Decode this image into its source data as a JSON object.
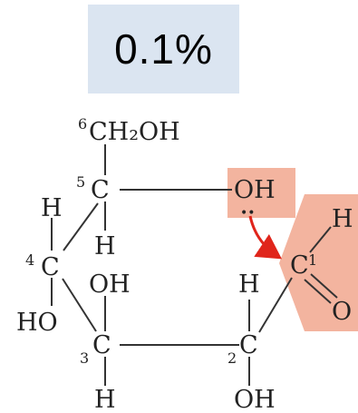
{
  "percentage_label": "0.1%",
  "molecule": {
    "c6_number": "6",
    "c6_group": "CH₂OH",
    "c5_number": "5",
    "c5_atom": "C",
    "c5_oh": "OH",
    "c5_h_left": "H",
    "c5_h_below": "H",
    "c4_number": "4",
    "c4_atom": "C",
    "c4_ho": "HO",
    "c3_number": "3",
    "c3_atom": "C",
    "c3_oh": "OH",
    "c3_h": "H",
    "c2_number": "2",
    "c2_atom": "C",
    "c2_h": "H",
    "c2_oh": "OH",
    "c1_number": "1",
    "c1_atom": "C",
    "c1_h": "H",
    "c1_o": "O",
    "lone_pair": "••"
  },
  "colors": {
    "highlight": "#f3b49f",
    "arrow": "#e0251b",
    "label_box": "#dbe5f1"
  }
}
